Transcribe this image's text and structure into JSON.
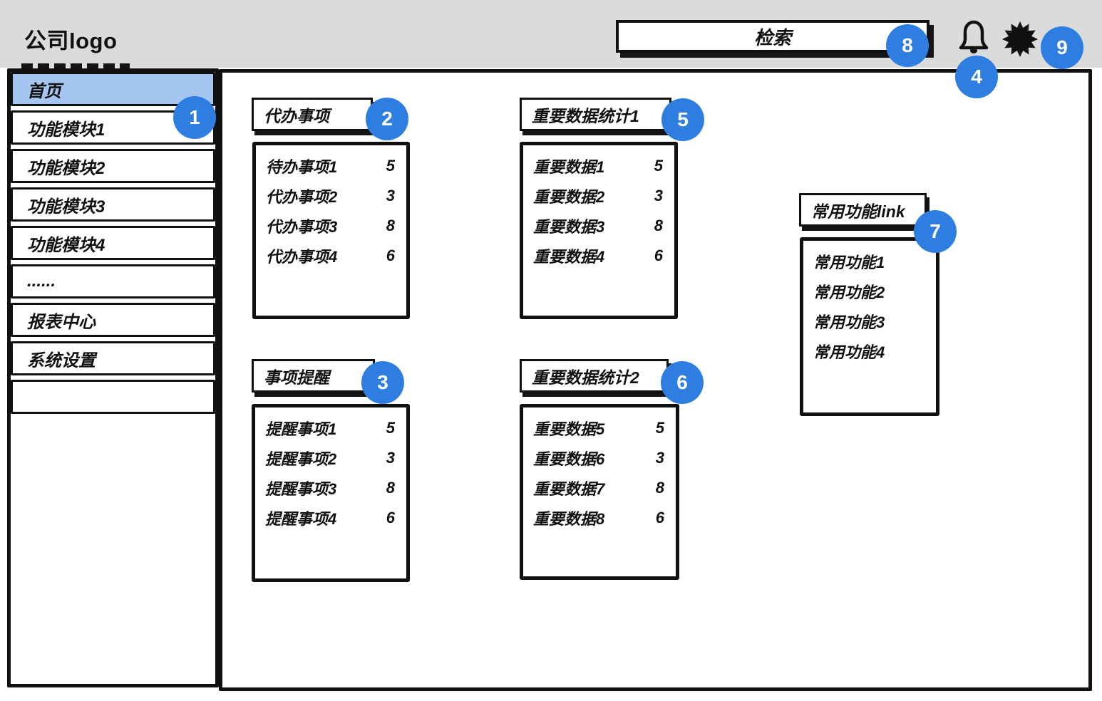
{
  "colors": {
    "header_bg": "#dbdbdb",
    "accent_blue": "#2e7ee2",
    "active_item_bg": "#a4c6f0",
    "ink": "#111111"
  },
  "header": {
    "logo": "公司logo",
    "search_label": "检索",
    "icons": {
      "notifications": "bell-icon",
      "settings": "gear-icon"
    }
  },
  "sidebar": {
    "items": [
      {
        "label": "首页",
        "active": true
      },
      {
        "label": "功能模块1"
      },
      {
        "label": "功能模块2"
      },
      {
        "label": "功能模块3"
      },
      {
        "label": "功能模块4"
      },
      {
        "label": "......"
      },
      {
        "label": "报表中心"
      },
      {
        "label": "系统设置"
      },
      {
        "label": ""
      }
    ]
  },
  "panels": {
    "todo": {
      "title": "代办事项",
      "items": [
        {
          "label": "待办事项1",
          "count": "5"
        },
        {
          "label": "代办事项2",
          "count": "3"
        },
        {
          "label": "代办事项3",
          "count": "8"
        },
        {
          "label": "代办事项4",
          "count": "6"
        }
      ]
    },
    "stats1": {
      "title": "重要数据统计1",
      "items": [
        {
          "label": "重要数据1",
          "count": "5"
        },
        {
          "label": "重要数据2",
          "count": "3"
        },
        {
          "label": "重要数据3",
          "count": "8"
        },
        {
          "label": "重要数据4",
          "count": "6"
        }
      ]
    },
    "reminder": {
      "title": "事项提醒",
      "items": [
        {
          "label": "提醒事项1",
          "count": "5"
        },
        {
          "label": "提醒事项2",
          "count": "3"
        },
        {
          "label": "提醒事项3",
          "count": "8"
        },
        {
          "label": "提醒事项4",
          "count": "6"
        }
      ]
    },
    "stats2": {
      "title": "重要数据统计2",
      "items": [
        {
          "label": "重要数据5",
          "count": "5"
        },
        {
          "label": "重要数据6",
          "count": "3"
        },
        {
          "label": "重要数据7",
          "count": "8"
        },
        {
          "label": "重要数据8",
          "count": "6"
        }
      ]
    },
    "quicklinks": {
      "title": "常用功能link",
      "items": [
        {
          "label": "常用功能1"
        },
        {
          "label": "常用功能2"
        },
        {
          "label": "常用功能3"
        },
        {
          "label": "常用功能4"
        }
      ]
    }
  },
  "annotations": {
    "markers": [
      "1",
      "2",
      "3",
      "4",
      "5",
      "6",
      "7",
      "8",
      "9"
    ]
  }
}
